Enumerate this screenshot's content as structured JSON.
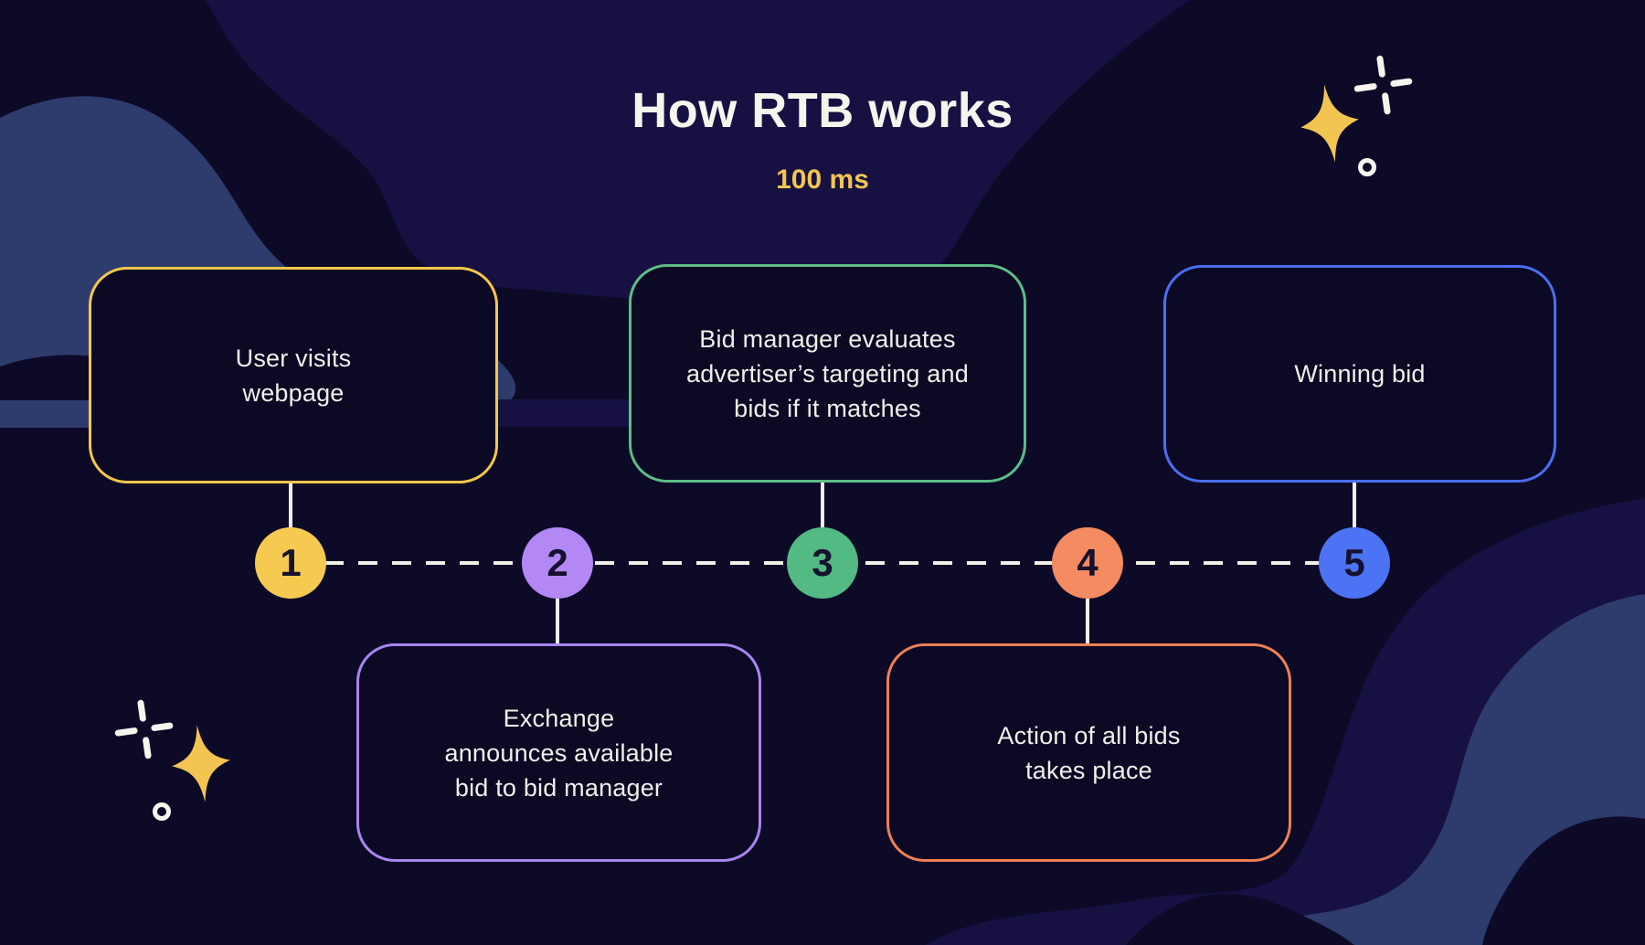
{
  "title": "How RTB works",
  "subtitle": "100 ms",
  "colors": {
    "background": "#0D0A28",
    "background_soft": "#161142",
    "background_wave": "#2E3B6D",
    "card_fill": "#0B0924",
    "title_text": "#F7F4EE",
    "body_text": "#F2EFE9",
    "accent_yellow": "#F2C553",
    "timeline_line": "#F2EFE9",
    "number_text": "#15112F",
    "sparkle_white": "#F7F4EE"
  },
  "steps": [
    {
      "number": "1",
      "label": "User visits\nwebpage",
      "circle_color": "#F6CA51",
      "border_color": "#F5C74B",
      "position": "top"
    },
    {
      "number": "2",
      "label": "Exchange\nannounces available\nbid to bid manager",
      "circle_color": "#B388F5",
      "border_color": "#A985F2",
      "position": "bottom"
    },
    {
      "number": "3",
      "label": "Bid manager evaluates\nadvertiser’s targeting and\nbids if it matches",
      "circle_color": "#52BA82",
      "border_color": "#5DBD86",
      "position": "top"
    },
    {
      "number": "4",
      "label": "Action of all bids\ntakes place",
      "circle_color": "#F58B60",
      "border_color": "#EF8055",
      "position": "bottom"
    },
    {
      "number": "5",
      "label": "Winning bid",
      "circle_color": "#4C73F3",
      "border_color": "#4A6FF0",
      "position": "top"
    }
  ],
  "decorations": {
    "top_right": [
      "sparkle-star",
      "sparkle-cross",
      "sparkle-dot"
    ],
    "bottom_left": [
      "sparkle-cross",
      "sparkle-star",
      "sparkle-dot"
    ]
  }
}
